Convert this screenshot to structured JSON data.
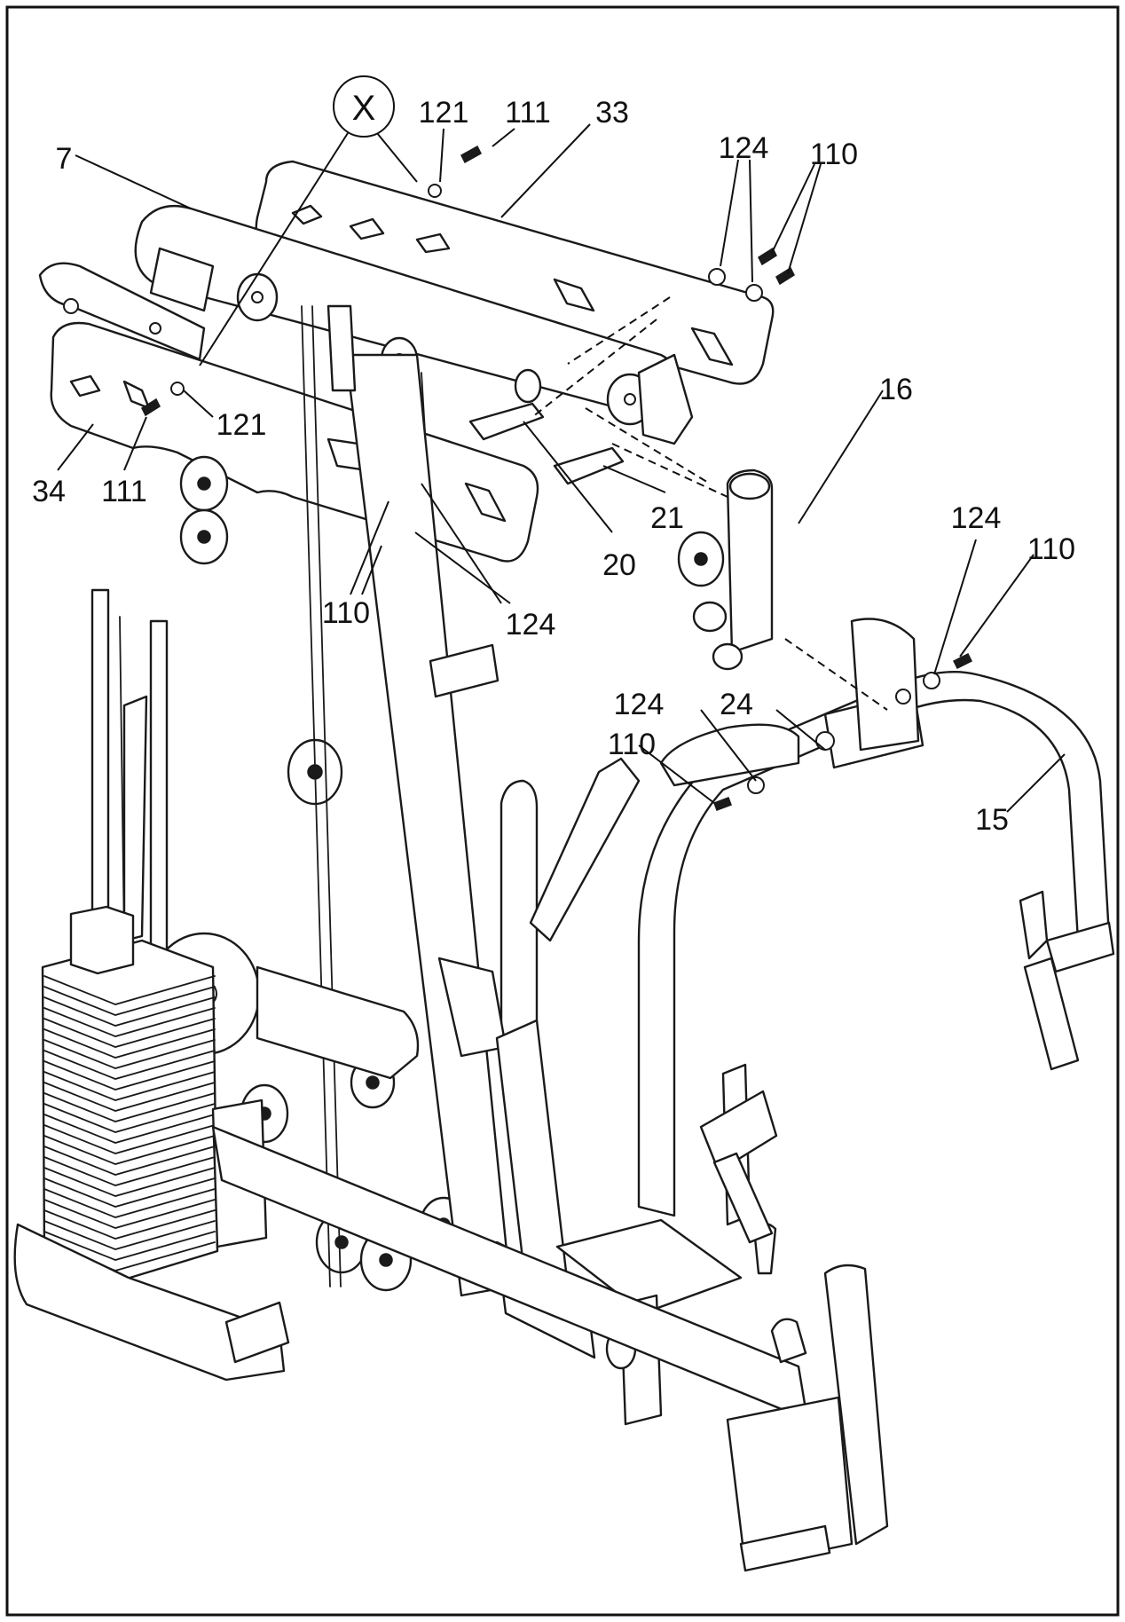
{
  "callouts": {
    "x_marker": "X",
    "c121_top": "121",
    "c111_top": "111",
    "c33": "33",
    "c7": "7",
    "c124_top": "124",
    "c110_top": "110",
    "c121_left": "121",
    "c34": "34",
    "c111_left": "111",
    "c16": "16",
    "c21": "21",
    "c20": "20",
    "c110_mid": "110",
    "c124_mid": "124",
    "c124_right": "124",
    "c110_right": "110",
    "c124_low": "124",
    "c24": "24",
    "c110_low": "110",
    "c15": "15"
  }
}
